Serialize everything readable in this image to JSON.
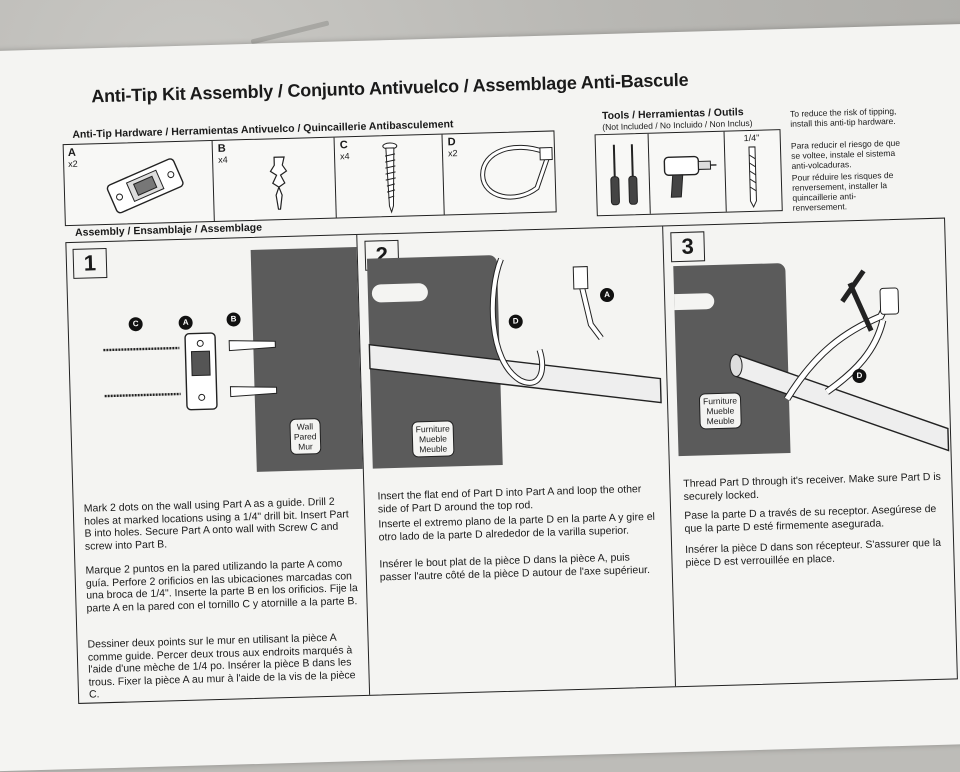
{
  "title": "Anti-Tip Kit Assembly / Conjunto Antivuelco / Assemblage Anti-Bascule",
  "hardware_label": "Anti-Tip Hardware / Herramientas Antivuelco / Quincaillerie Antibasculement",
  "parts": [
    {
      "letter": "A",
      "qty": "x2"
    },
    {
      "letter": "B",
      "qty": "x4"
    },
    {
      "letter": "C",
      "qty": "x4"
    },
    {
      "letter": "D",
      "qty": "x2"
    }
  ],
  "tools": {
    "label": "Tools / Herramientas / Outils",
    "sublabel": "(Not Included / No Incluido / Non Inclus)",
    "drill_bit_size": "1/4\""
  },
  "risk_note": {
    "en": "To reduce the risk of tipping, install this anti-tip hardware.",
    "es": "Para reducir el riesgo de que se voltee, instale el sistema anti-volcaduras.",
    "fr": "Pour réduire les risques de renversement, installer la quincaillerie anti-renversement."
  },
  "assembly_label": "Assembly / Ensamblaje / Assemblage",
  "steps": [
    {
      "number": "1",
      "tag": "Wall\nPared\nMur",
      "callouts": [
        "C",
        "A",
        "B"
      ],
      "en": "Mark 2 dots on the wall using Part A as a guide. Drill 2 holes at marked locations using a 1/4\" drill bit. Insert Part B into holes. Secure Part A onto wall with Screw C and screw into Part B.",
      "es": "Marque 2 puntos en la pared utilizando la parte A como guía. Perfore 2 orificios en las ubicaciones marcadas con una broca de 1/4\". Inserte la parte B en los orificios. Fije la parte A en la pared con el tornillo C y atornille a la parte B.",
      "fr": "Dessiner deux points sur le mur en utilisant la pièce A comme guide. Percer deux trous aux endroits marqués à l'aide d'une mèche de 1/4 po. Insérer la pièce B dans les trous. Fixer la pièce A au mur à l'aide de la vis de la pièce C."
    },
    {
      "number": "2",
      "tag": "Furniture\nMueble\nMeuble",
      "callouts": [
        "D",
        "A"
      ],
      "en": "Insert the flat end of Part D into Part A and loop the other side of Part D around the top rod.",
      "es": "Inserte el extremo plano de la parte D en la parte A y gire el otro lado de la parte D alrededor de la varilla superior.",
      "fr": "Insérer le bout plat de la pièce D dans la pièce A, puis passer l'autre côté de la pièce D autour de l'axe supérieur."
    },
    {
      "number": "3",
      "tag": "Furniture\nMueble\nMeuble",
      "callouts": [
        "D"
      ],
      "en": "Thread Part D through it's receiver. Make sure Part D is securely locked.",
      "es": "Pase la parte D a través de su receptor. Asegúrese de que la parte D esté firmemente asegurada.",
      "fr": "Insérer la pièce D dans son récepteur. S'assurer que la pièce D est verrouillée en place."
    }
  ]
}
